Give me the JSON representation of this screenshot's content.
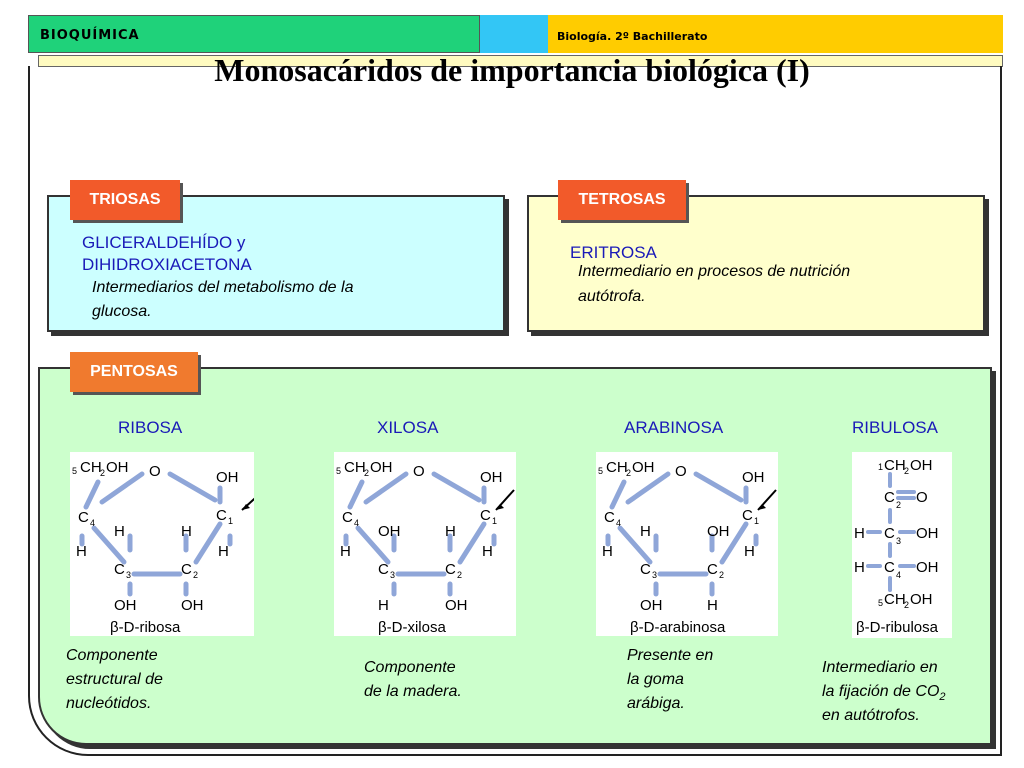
{
  "header": {
    "left_label": "BIOQUÍMICA",
    "right_label": "Biología. 2º Bachillerato"
  },
  "title": "Monosacáridos de importancia biológica (I)",
  "triosas": {
    "tag": "TRIOSAS",
    "name_line1": "GLICERALDEHÍDO y",
    "name_line2": "DIHIDROXIACETONA",
    "desc_line1": "Intermediarios del metabolismo de la",
    "desc_line2": "glucosa."
  },
  "tetrosas": {
    "tag": "TETROSAS",
    "name": "ERITROSA",
    "desc_line1": "Intermediario en procesos de nutrición",
    "desc_line2": "autótrofa."
  },
  "pentosas": {
    "tag": "PENTOSAS",
    "ribosa": {
      "name": "RIBOSA",
      "caption": "β-D-ribosa",
      "desc_line1": "Componente",
      "desc_line2": "estructural de",
      "desc_line3": "nucleótidos."
    },
    "xilosa": {
      "name": "XILOSA",
      "caption": "β-D-xilosa",
      "desc_line1": "Componente",
      "desc_line2": "de la madera."
    },
    "arabinosa": {
      "name": "ARABINOSA",
      "caption": "β-D-arabinosa",
      "desc_line1": "Presente en",
      "desc_line2": "la goma",
      "desc_line3": "arábiga."
    },
    "ribulosa": {
      "name": "RIBULOSA",
      "caption": "β-D-ribulosa",
      "desc_line1": "Intermediario en",
      "desc_line2": "la fijación de CO",
      "desc_line2_sub": "2",
      "desc_line3": "en autótrofos."
    }
  },
  "atoms": {
    "O": "O",
    "OH": "OH",
    "H": "H",
    "C": "C",
    "CH2OH_main": "CH",
    "CH2OH_sub": "2",
    "CH2OH_tail": "OH",
    "n1": "1",
    "n2": "2",
    "n3": "3",
    "n4": "4",
    "n5": "5"
  },
  "colors": {
    "header_green": "#1fd27a",
    "header_blue": "#33c6f5",
    "header_yellow": "#ffcc00",
    "triosas_bg": "#ccffff",
    "tetrosas_bg": "#ffffcc",
    "pentosas_bg": "#ccffcc",
    "tag_red": "#f25a2a",
    "bond_blue": "#8fa6d8"
  }
}
